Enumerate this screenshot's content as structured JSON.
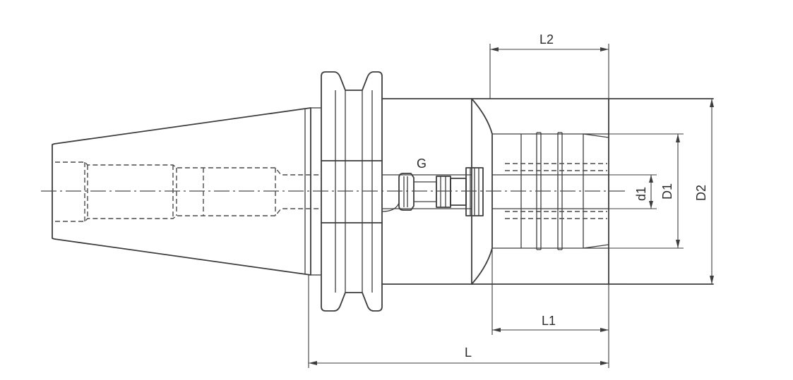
{
  "diagram": {
    "labels": {
      "L": "L",
      "L1": "L1",
      "L2": "L2",
      "G": "G",
      "d1": "d1",
      "D1": "D1",
      "D2": "D2"
    },
    "colors": {
      "line": "#3d3d3d",
      "background": "#ffffff"
    }
  }
}
